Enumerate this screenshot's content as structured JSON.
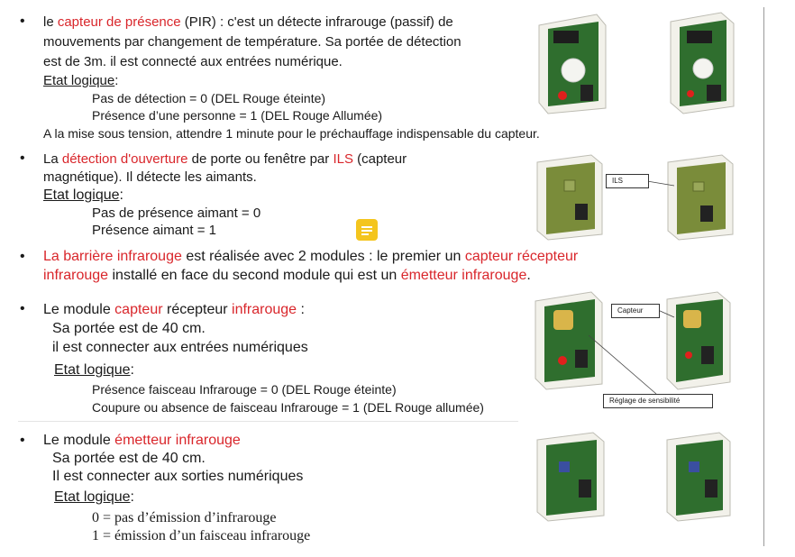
{
  "sections": {
    "pir": {
      "line1_pre": "le ",
      "line1_red": "capteur de présence",
      "line1_post": "  (PIR) : c'est un détecte infrarouge (passif) de",
      "line2": "mouvements par changement de température. Sa portée de détection",
      "line3": "est de 3m. il est connecté aux entrées numérique.",
      "etat": "Etat logique",
      "etat_colon": ":",
      "state0": "Pas de détection = 0 (DEL Rouge éteinte)",
      "state1": "Présence d’une personne = 1 (DEL Rouge Allumée)",
      "note": "A la mise sous tension, attendre 1 minute pour le préchauffage indispensable du capteur."
    },
    "ils": {
      "line1_pre": "La ",
      "line1_red": "détection d'ouverture",
      "line1_mid": " de porte ou fenêtre par ",
      "line1_red2": "ILS",
      "line1_post": " (capteur",
      "line2": "magnétique). Il détecte les aimants.",
      "etat": "Etat logique",
      "etat_colon": ":",
      "state0": "Pas de présence aimant = 0",
      "state1": "Présence aimant = 1",
      "image_label": "ILS"
    },
    "barrier": {
      "red1": "La barrière infrarouge",
      "mid1": " est réalisée avec 2 modules : le premier un ",
      "red2": "capteur récepteur",
      "red3": "infrarouge",
      "mid2": " installé en face du second module qui est un ",
      "red4": "émetteur infrarouge",
      "end": "."
    },
    "receiver": {
      "pre": "Le module ",
      "red1": "capteur",
      "mid": " récepteur ",
      "red2": "infrarouge",
      "post": " :",
      "line2": "Sa portée est de 40 cm.",
      "line3": "il est connecter aux entrées numériques",
      "etat": "Etat logique",
      "etat_colon": ":",
      "state0": "Présence faisceau Infrarouge = 0 (DEL Rouge éteinte)",
      "state1": "Coupure ou absence de faisceau Infrarouge = 1 (DEL Rouge allumée)",
      "label_capteur": "Capteur",
      "label_reglage": "Réglage de sensibilité"
    },
    "emitter": {
      "pre": "Le module ",
      "red": "émetteur infrarouge",
      "line2": "Sa portée est de 40 cm.",
      "line3": "Il est connecter aux sorties numériques",
      "etat": "Etat logique",
      "etat_colon": ":",
      "state0": "0 = pas d’émission d’infrarouge",
      "state1": "1 = émission d’un faisceau infrarouge"
    }
  },
  "bullet_char": "•",
  "colors": {
    "accent_red": "#d9262b",
    "pcb_green": "#2f6e2e",
    "case_white": "#f2f1ea"
  }
}
